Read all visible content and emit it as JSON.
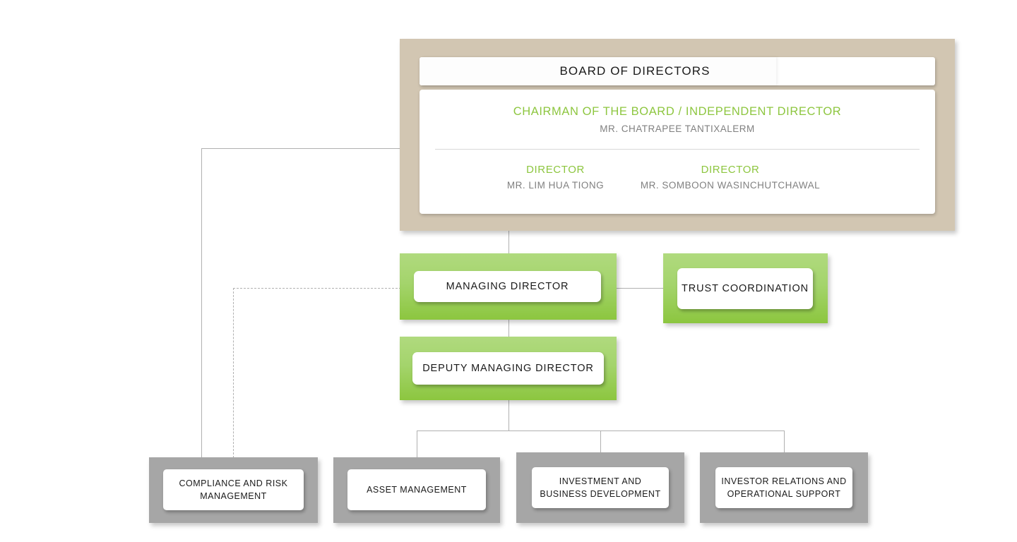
{
  "board": {
    "title": "BOARD OF DIRECTORS",
    "chairman": {
      "role": "CHAIRMAN OF THE BOARD / INDEPENDENT DIRECTOR",
      "name": "MR. CHATRAPEE TANTIXALERM"
    },
    "directors": [
      {
        "role": "DIRECTOR",
        "name": "MR. LIM HUA TIONG"
      },
      {
        "role": "DIRECTOR",
        "name": "MR. SOMBOON WASINCHUTCHAWAL"
      }
    ]
  },
  "executives": [
    {
      "label": "MANAGING DIRECTOR"
    },
    {
      "label": "TRUST COORDINATION"
    },
    {
      "label": "DEPUTY MANAGING DIRECTOR"
    }
  ],
  "departments": [
    {
      "label": "COMPLIANCE AND RISK MANAGEMENT"
    },
    {
      "label": "ASSET MANAGEMENT"
    },
    {
      "label": "INVESTMENT AND BUSINESS DEVELOPMENT"
    },
    {
      "label": "INVESTOR RELATIONS AND OPERATIONAL SUPPORT"
    }
  ],
  "colors": {
    "board_panel": "#d2c6b2",
    "accent_green": "#8dc63f",
    "node_green_light": "#b0da7e",
    "node_green_dark": "#8cc63f",
    "node_gray": "#a6a6a6",
    "name_text": "#808080",
    "connector": "#b0b0b0"
  }
}
